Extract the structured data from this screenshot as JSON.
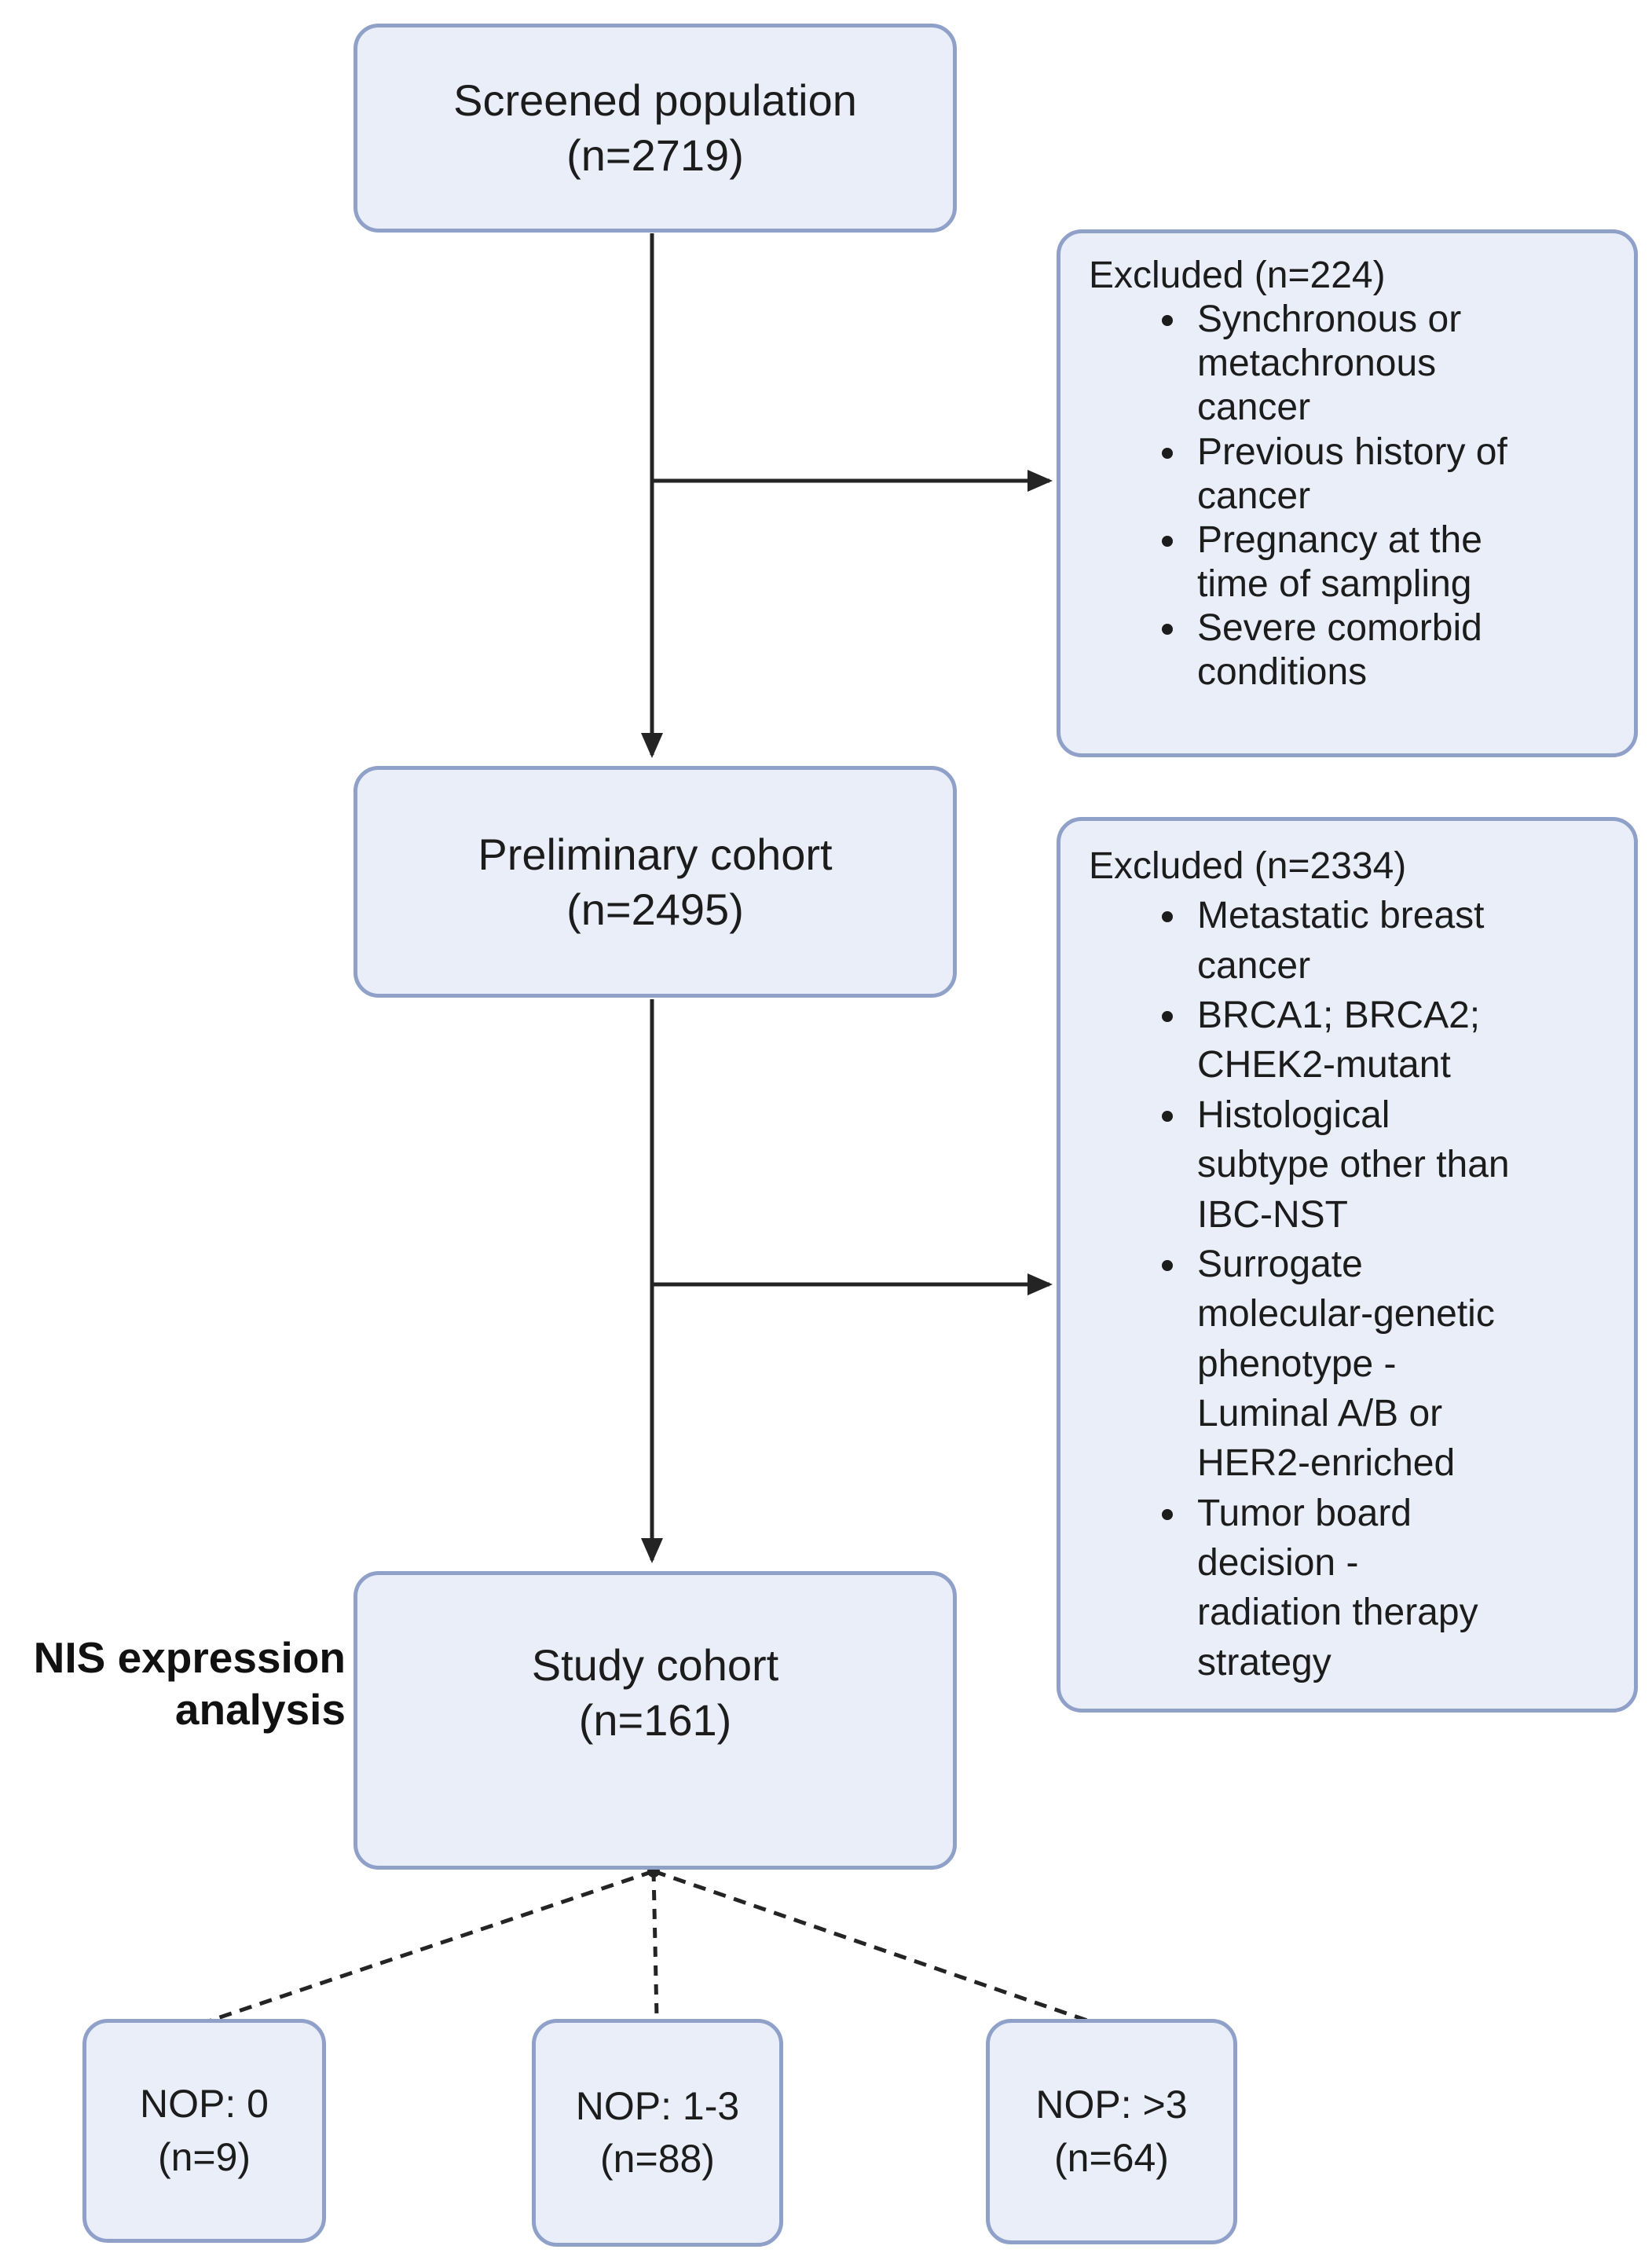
{
  "boxes": {
    "screened": {
      "line1": "Screened population",
      "line2": "(n=2719)"
    },
    "excluded1": {
      "title": "Excluded (n=224)",
      "bullets": [
        [
          "Synchronous or",
          "metachronous",
          "cancer"
        ],
        [
          "Previous history of",
          "cancer"
        ],
        [
          "Pregnancy at the",
          "time of sampling"
        ],
        [
          "Severe comorbid",
          "conditions"
        ]
      ]
    },
    "preliminary": {
      "line1": "Preliminary cohort",
      "line2": "(n=2495)"
    },
    "excluded2": {
      "title": "Excluded (n=2334)",
      "bullets": [
        [
          "Metastatic breast",
          "cancer"
        ],
        [
          "BRCA1; BRCA2;",
          "CHEK2-mutant"
        ],
        [
          "Histological",
          "subtype other than",
          "IBC-NST"
        ],
        [
          "Surrogate",
          "molecular-genetic",
          "phenotype -",
          "Luminal A/B or",
          "HER2-enriched"
        ],
        [
          "Tumor board",
          "decision -",
          "radiation therapy",
          "strategy"
        ]
      ]
    },
    "study": {
      "line1": "Study cohort",
      "line2": "(n=161)"
    },
    "nop1": {
      "line1": "NOP: 0",
      "line2": "(n=9)"
    },
    "nop2": {
      "line1": "NOP: 1-3",
      "line2": "(n=88)"
    },
    "nop3": {
      "line1": "NOP: >3",
      "line2": "(n=64)"
    }
  },
  "side_label": {
    "line1": "NIS expression",
    "line2": "analysis"
  },
  "colors": {
    "box_fill": "#e9eef9",
    "box_border": "#8fa0c9",
    "text": "#1c1c1c",
    "arrow": "#242424",
    "background": "#ffffff"
  }
}
